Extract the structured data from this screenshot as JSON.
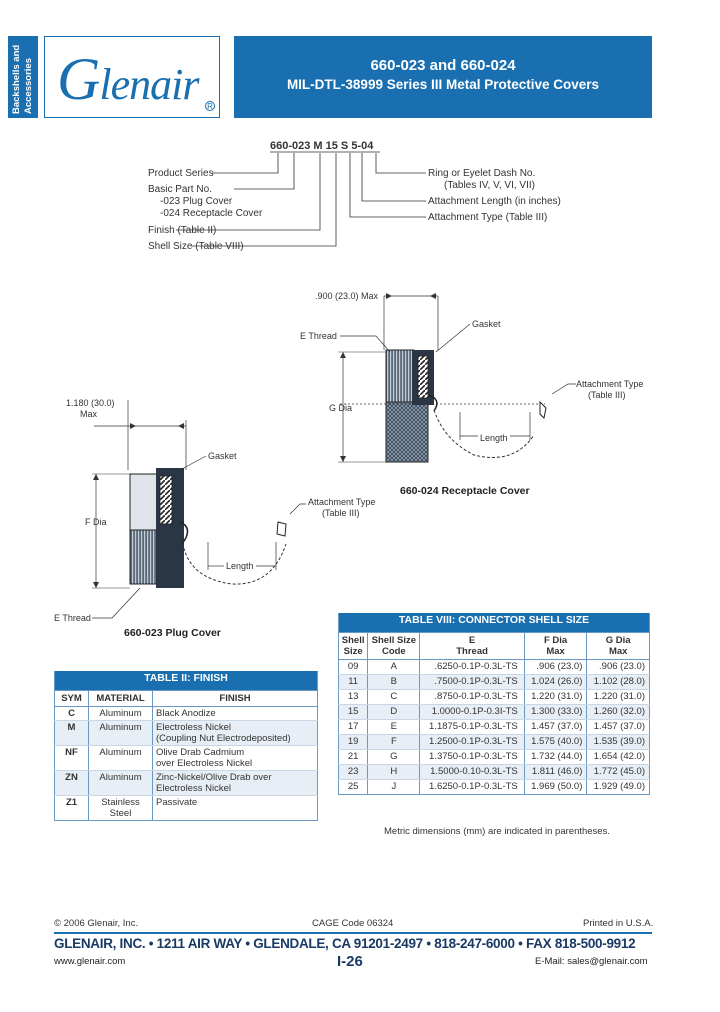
{
  "side_tab": "Backshells and Accessories",
  "logo": {
    "first_letter": "G",
    "rest": "lenair",
    "reg": "R"
  },
  "title": {
    "line1": "660-023 and 660-024",
    "line2": "MIL-DTL-38999 Series III Metal Protective Covers"
  },
  "part_number": {
    "code": "660-023 M 15 S 5-04",
    "left_labels": [
      "Product Series",
      "Basic Part No.",
      "-023 Plug Cover",
      "-024 Receptacle Cover",
      "Finish (Table II)",
      "Shell Size (Table VIII)"
    ],
    "right_labels": [
      "Ring or Eyelet Dash No.",
      "(Tables IV, V, VI, VII)",
      "Attachment Length (in inches)",
      "Attachment Type (Table III)"
    ]
  },
  "receptacle": {
    "max_dim": ".900 (23.0) Max",
    "e_thread": "E Thread",
    "gasket": "Gasket",
    "g_dia": "G Dia",
    "attachment_type": "Attachment Type",
    "attachment_table": "(Table III)",
    "length": "Length",
    "caption": "660-024 Receptacle Cover"
  },
  "plug": {
    "max_dim_1": "1.180 (30.0)",
    "max_dim_2": "Max",
    "gasket": "Gasket",
    "f_dia": "F Dia",
    "attachment_type": "Attachment Type",
    "attachment_table": "(Table III)",
    "length": "Length",
    "e_thread": "E Thread",
    "caption": "660-023 Plug Cover"
  },
  "finish_table": {
    "title": "TABLE II: FINISH",
    "headers": [
      "SYM",
      "MATERIAL",
      "FINISH"
    ],
    "rows": [
      [
        "C",
        "Aluminum",
        "Black Anodize",
        ""
      ],
      [
        "M",
        "Aluminum",
        "Electroless Nickel",
        "(Coupling Nut Electrodeposited)"
      ],
      [
        "NF",
        "Aluminum",
        "Olive Drab Cadmium",
        "over Electroless Nickel"
      ],
      [
        "ZN",
        "Aluminum",
        "Zinc-Nickel/Olive Drab over",
        "Electroless Nickel"
      ],
      [
        "Z1",
        "Stainless Steel",
        "Passivate",
        ""
      ]
    ]
  },
  "shell_table": {
    "title": "TABLE VIII: CONNECTOR SHELL SIZE",
    "headers": [
      [
        "Shell",
        "Size"
      ],
      [
        "Shell Size",
        "Code"
      ],
      [
        "E",
        "Thread"
      ],
      [
        "F Dia",
        "Max"
      ],
      [
        "G Dia",
        "Max"
      ]
    ],
    "rows": [
      [
        "09",
        "A",
        ".6250-0.1P-0.3L-TS",
        ".906 (23.0)",
        ".906 (23.0)"
      ],
      [
        "11",
        "B",
        ".7500-0.1P-0.3L-TS",
        "1.024 (26.0)",
        "1.102 (28.0)"
      ],
      [
        "13",
        "C",
        ".8750-0.1P-0.3L-TS",
        "1.220 (31.0)",
        "1.220 (31.0)"
      ],
      [
        "15",
        "D",
        "1.0000-0.1P-0.3I-TS",
        "1.300 (33.0)",
        "1.260 (32.0)"
      ],
      [
        "17",
        "E",
        "1.1875-0.1P-0.3L-TS",
        "1.457 (37.0)",
        "1.457 (37.0)"
      ],
      [
        "19",
        "F",
        "1.2500-0.1P-0.3L-TS",
        "1.575 (40.0)",
        "1.535 (39.0)"
      ],
      [
        "21",
        "G",
        "1.3750-0.1P-0.3L-TS",
        "1.732 (44.0)",
        "1.654 (42.0)"
      ],
      [
        "23",
        "H",
        "1.5000-0.10-0.3L-TS",
        "1.811 (46.0)",
        "1.772 (45.0)"
      ],
      [
        "25",
        "J",
        "1.6250-0.1P-0.3L-TS",
        "1.969 (50.0)",
        "1.929 (49.0)"
      ]
    ],
    "note": "Metric dimensions (mm) are indicated in parentheses."
  },
  "footer": {
    "copyright": "© 2006 Glenair, Inc.",
    "cage": "CAGE Code 06324",
    "printed": "Printed in U.S.A.",
    "main": "GLENAIR, INC. • 1211 AIR WAY • GLENDALE, CA 91201-2497 • 818-247-6000 • FAX 818-500-9912",
    "web": "www.glenair.com",
    "page": "I-26",
    "email": "E-Mail: sales@glenair.com"
  },
  "colors": {
    "brand_blue": "#1a6fb0",
    "dark_blue": "#1a3a66"
  }
}
